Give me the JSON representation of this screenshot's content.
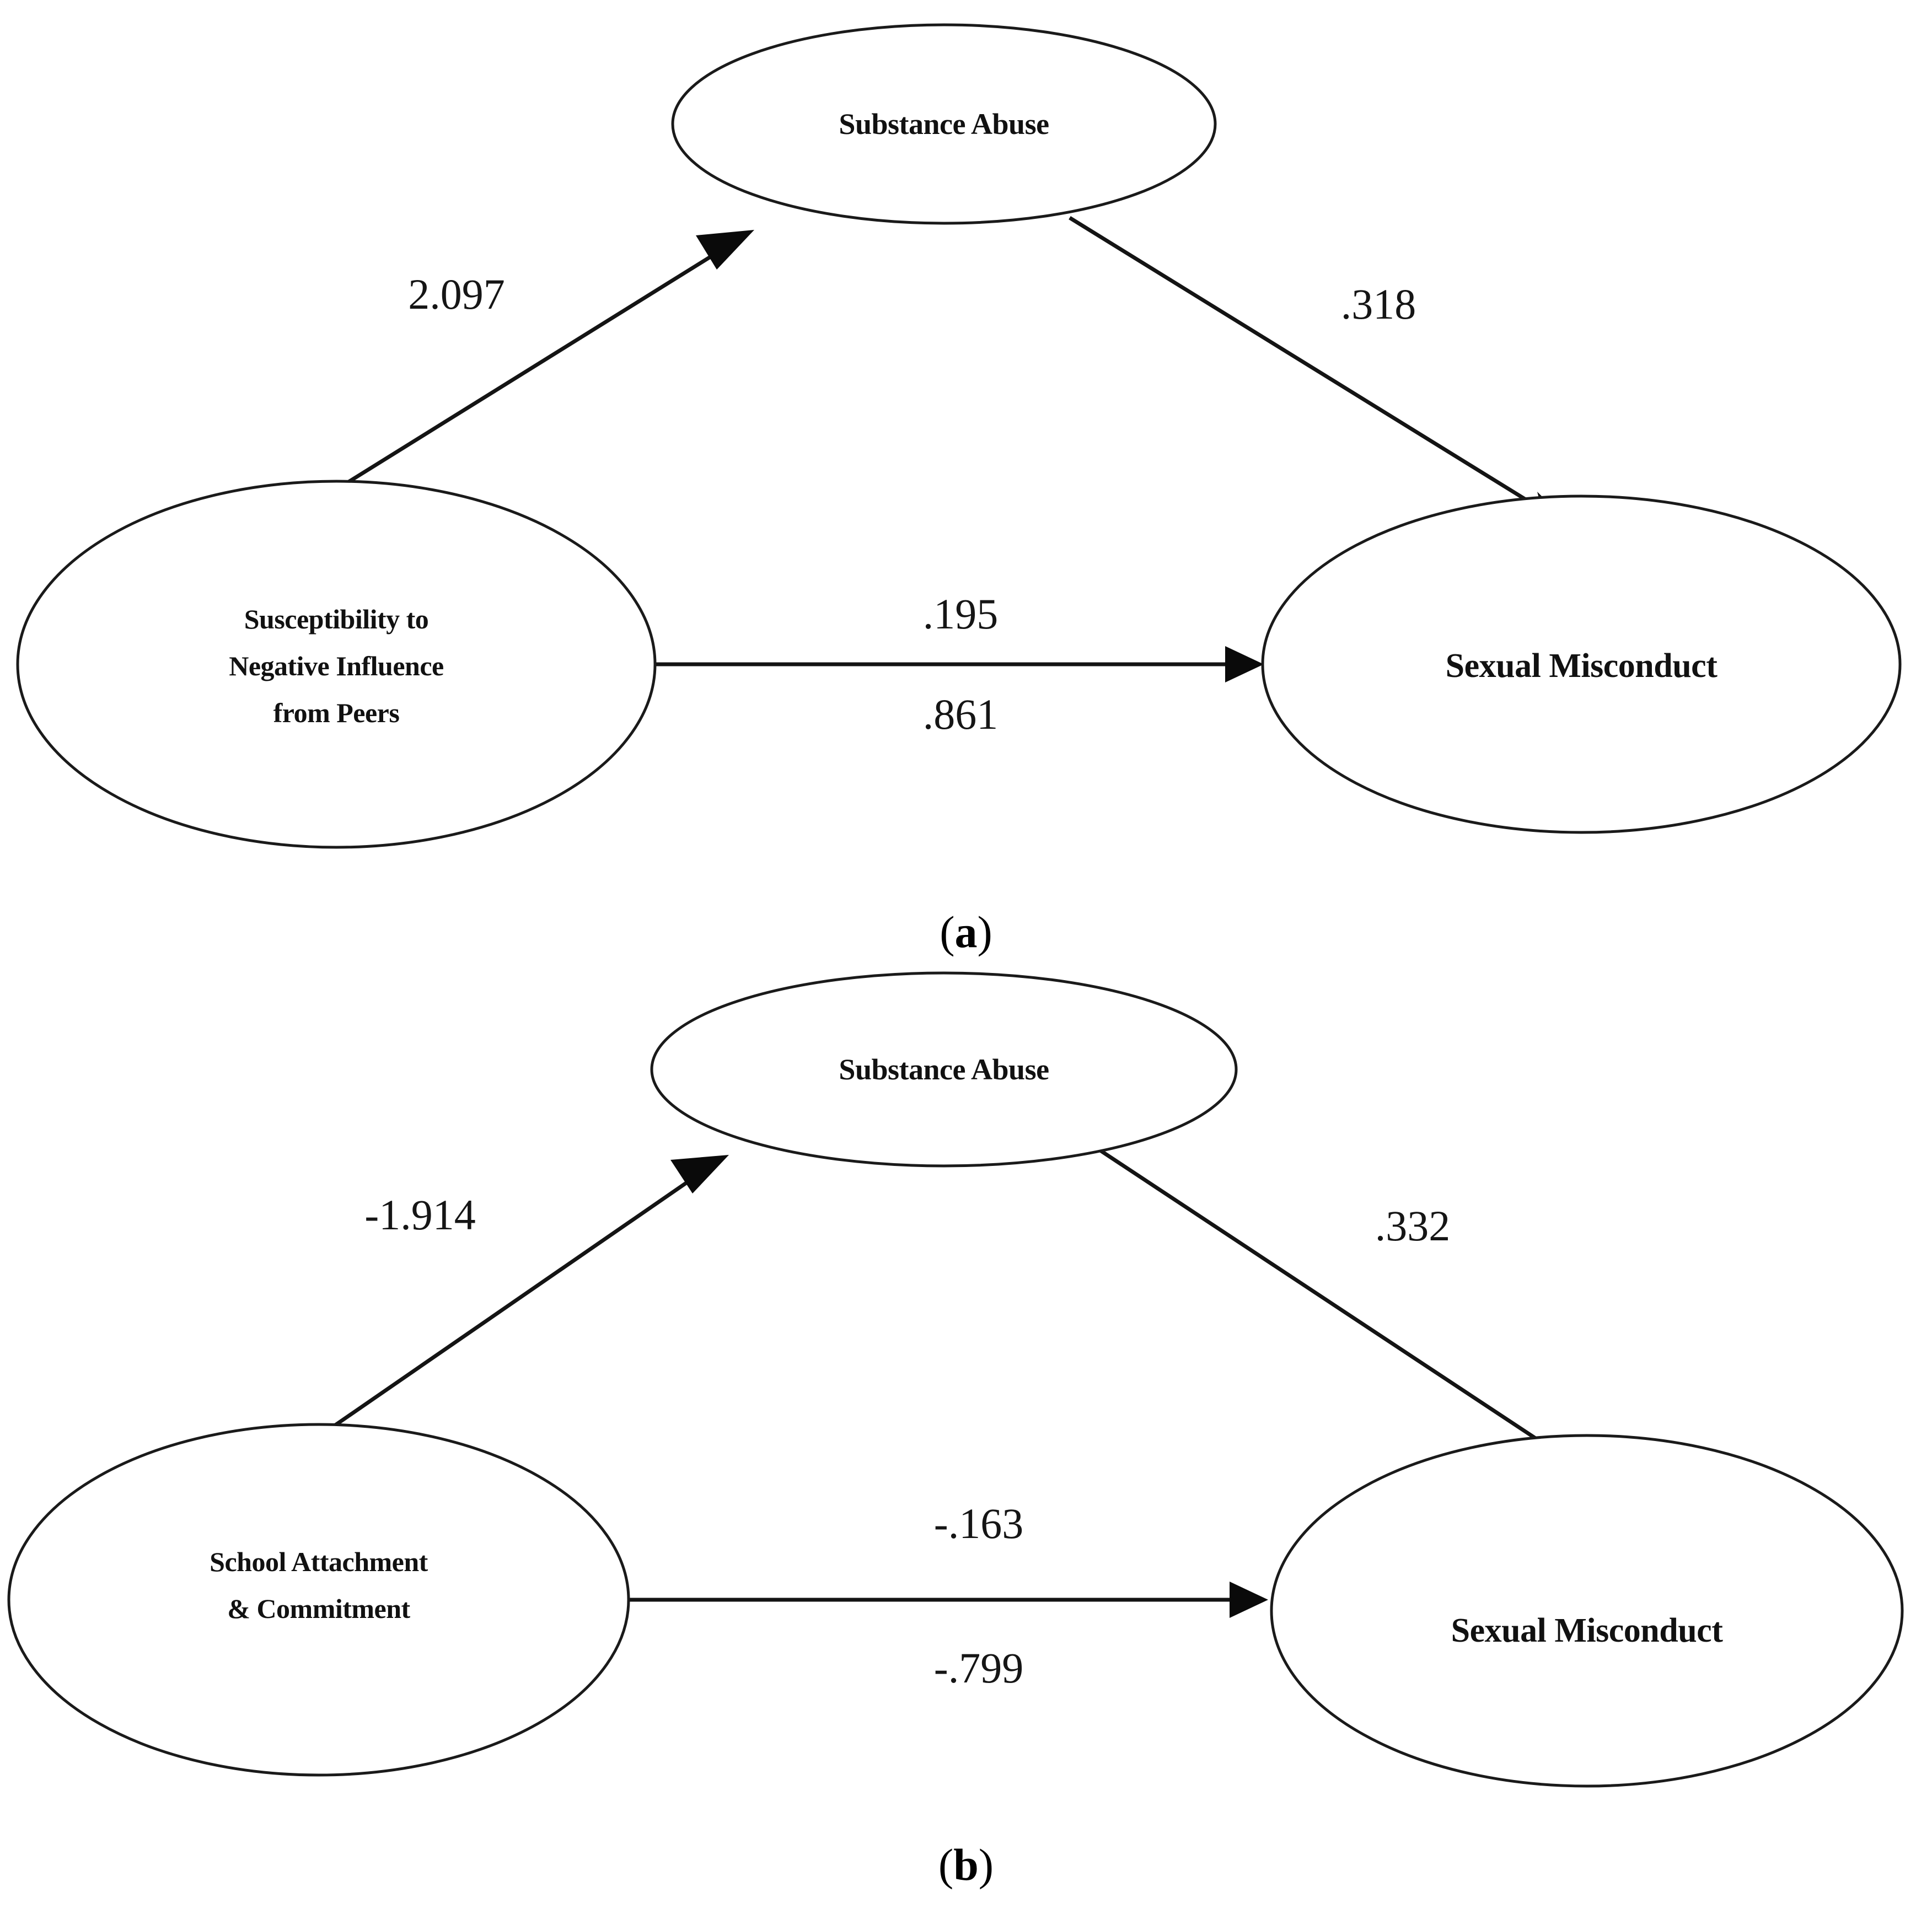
{
  "figure": {
    "type": "path-diagram",
    "panels": [
      {
        "id": "a",
        "caption": "(a)",
        "caption_letter": "a",
        "caption_open": "(",
        "caption_close": ")",
        "nodes": {
          "mediator": {
            "label": "Substance Abuse"
          },
          "predictor": {
            "line1": "Susceptibility to",
            "line2": "Negative Influence",
            "line3": "from Peers"
          },
          "outcome": {
            "label": "Sexual Misconduct"
          }
        },
        "paths": {
          "predictor_to_mediator": "2.097",
          "mediator_to_outcome": ".318",
          "direct_upper": ".195",
          "direct_lower": ".861"
        }
      },
      {
        "id": "b",
        "caption": "(b)",
        "caption_letter": "b",
        "caption_open": "(",
        "caption_close": ")",
        "nodes": {
          "mediator": {
            "label": "Substance Abuse"
          },
          "predictor": {
            "line1": "School Attachment",
            "line2": "& Commitment",
            "line3": ""
          },
          "outcome": {
            "label": "Sexual Misconduct"
          }
        },
        "paths": {
          "predictor_to_mediator": "-1.914",
          "mediator_to_outcome": ".332",
          "direct_upper": "-.163",
          "direct_lower": "-.799"
        }
      }
    ]
  },
  "chart_data": {
    "type": "diagram",
    "title": "",
    "subtitle": "",
    "diagram_kind": "mediation path model",
    "panels": [
      {
        "panel": "(a)",
        "nodes": [
          "Susceptibility to Negative Influence from Peers",
          "Substance Abuse",
          "Sexual Misconduct"
        ],
        "edges": [
          {
            "from": "Susceptibility to Negative Influence from Peers",
            "to": "Substance Abuse",
            "label": "2.097",
            "value": 2.097,
            "directed": true
          },
          {
            "from": "Substance Abuse",
            "to": "Sexual Misconduct",
            "label": ".318",
            "value": 0.318,
            "directed": true
          },
          {
            "from": "Susceptibility to Negative Influence from Peers",
            "to": "Sexual Misconduct",
            "label": ".195",
            "value": 0.195,
            "directed": true,
            "position": "above-line"
          },
          {
            "from": "Susceptibility to Negative Influence from Peers",
            "to": "Sexual Misconduct",
            "label": ".861",
            "value": 0.861,
            "directed": true,
            "position": "below-line"
          }
        ]
      },
      {
        "panel": "(b)",
        "nodes": [
          "School Attachment & Commitment",
          "Substance Abuse",
          "Sexual Misconduct"
        ],
        "edges": [
          {
            "from": "School Attachment & Commitment",
            "to": "Substance Abuse",
            "label": "-1.914",
            "value": -1.914,
            "directed": true
          },
          {
            "from": "Substance Abuse",
            "to": "Sexual Misconduct",
            "label": ".332",
            "value": 0.332,
            "directed": true
          },
          {
            "from": "School Attachment & Commitment",
            "to": "Sexual Misconduct",
            "label": "-.163",
            "value": -0.163,
            "directed": true,
            "position": "above-line"
          },
          {
            "from": "School Attachment & Commitment",
            "to": "Sexual Misconduct",
            "label": "-.799",
            "value": -0.799,
            "directed": true,
            "position": "below-line"
          }
        ]
      }
    ],
    "colors": {
      "stroke": "#1a1a1a",
      "fill": "#ffffff",
      "text": "#111111"
    }
  }
}
